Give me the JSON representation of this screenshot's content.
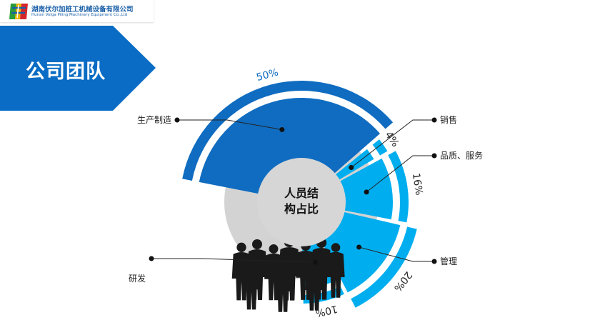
{
  "header": {
    "company_cn": "湖南伏尔加桩工机械设备有限公司",
    "company_en": "Hunan Volga Piling Machinery Equipment Co.,Ltd",
    "brand_colors": [
      "#2a9d3a",
      "#f0b400",
      "#d4262a",
      "#1a5fa8"
    ]
  },
  "title": "公司团队",
  "colors": {
    "dark_blue": "#0f6cc0",
    "light_blue": "#00aeef",
    "banner": "#0a6cc4",
    "grey": "#d9d9d9"
  },
  "chart_data": {
    "type": "pie",
    "title": "人员结构占比",
    "center_label_lines": [
      "人员结",
      "构占比"
    ],
    "categories": [
      "生产制造",
      "销售",
      "品质、服务",
      "管理",
      "研发"
    ],
    "values": [
      50,
      4,
      16,
      20,
      10
    ],
    "percent_labels": [
      "50%",
      "4%",
      "16%",
      "20%",
      "10%"
    ],
    "slice_colors": [
      "#0f6cc0",
      "#00aeef",
      "#00aeef",
      "#00aeef",
      "#00aeef"
    ],
    "legend": "callout labels"
  }
}
